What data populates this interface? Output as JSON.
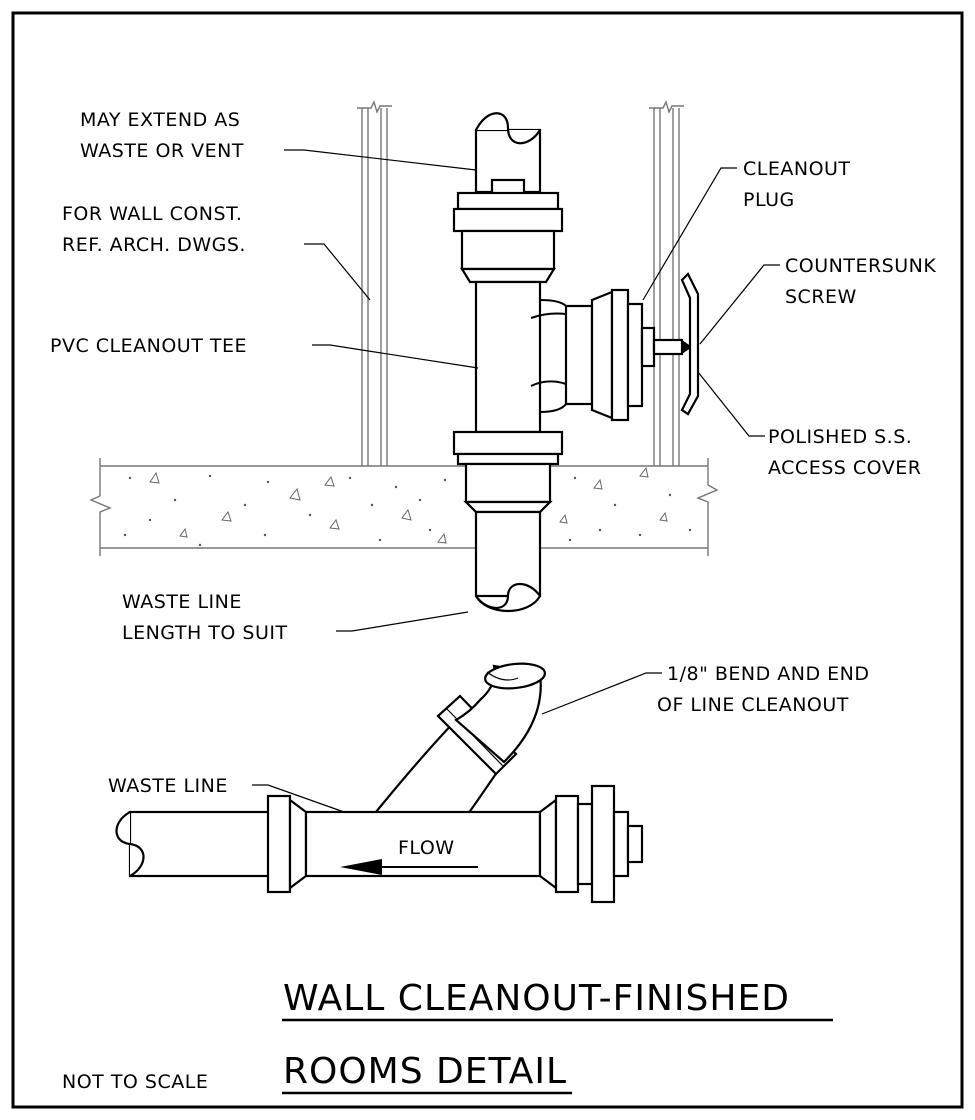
{
  "labels": {
    "extend_1": "MAY EXTEND AS",
    "extend_2": "WASTE OR VENT",
    "wall_1": "FOR WALL CONST.",
    "wall_2": "REF. ARCH. DWGS.",
    "tee": "PVC CLEANOUT TEE",
    "plug_1": "CLEANOUT",
    "plug_2": "PLUG",
    "screw_1": "COUNTERSUNK",
    "screw_2": "SCREW",
    "cover_1": "POLISHED S.S.",
    "cover_2": "ACCESS COVER",
    "waste_1": "WASTE LINE",
    "waste_2": "LENGTH TO SUIT",
    "bend_1": "1/8\" BEND AND END",
    "bend_2": "OF LINE CLEANOUT",
    "waste_line": "WASTE LINE",
    "flow": "FLOW"
  },
  "title": {
    "line1": "WALL CLEANOUT-FINISHED",
    "line2": "ROOMS DETAIL"
  },
  "scale_note": "NOT TO SCALE"
}
